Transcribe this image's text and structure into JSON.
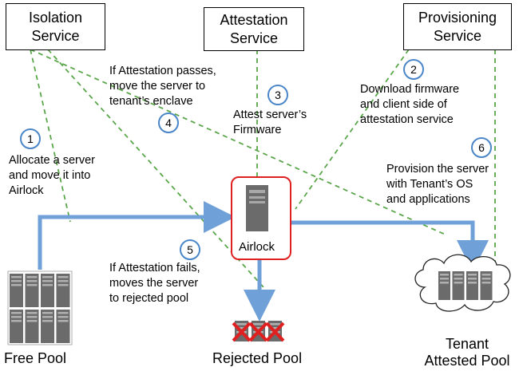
{
  "services": {
    "isolation": "Isolation\nService",
    "attestation": "Attestation\nService",
    "provisioning": "Provisioning\nService"
  },
  "steps": [
    {
      "num": "1",
      "text": "Allocate a server\nand move it into\nAirlock"
    },
    {
      "num": "2",
      "text": "Download firmware\nand client side of\nattestation service"
    },
    {
      "num": "3",
      "text": "Attest server’s\nFirmware"
    },
    {
      "num": "4",
      "text": "If Attestation passes,\nmove the server to\ntenant’s enclave"
    },
    {
      "num": "5",
      "text": "If Attestation fails,\nmoves the server\nto rejected pool"
    },
    {
      "num": "6",
      "text": "Provision the server\nwith Tenant’s OS\nand applications"
    }
  ],
  "airlock": {
    "label": "Airlock"
  },
  "pools": {
    "free": "Free Pool",
    "rejected": "Rejected Pool",
    "tenant": "Tenant\nAttested Pool"
  },
  "colors": {
    "flow_arrow": "#6fa0d8",
    "control_line": "#5aa64a",
    "step_circle": "#4a86c8",
    "airlock_border": "#e02020",
    "reject_x": "#e02020",
    "server_dark": "#6b6b6b"
  }
}
